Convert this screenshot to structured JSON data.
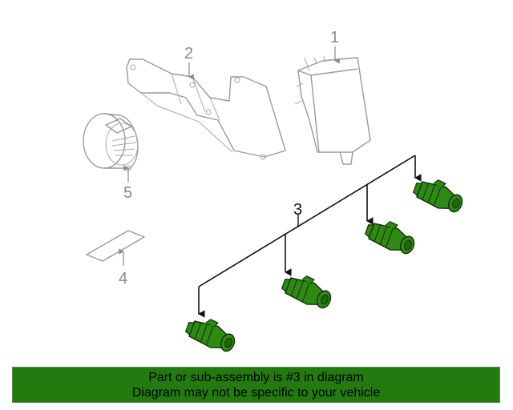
{
  "diagram": {
    "callouts": [
      {
        "id": "1",
        "label": "1"
      },
      {
        "id": "2",
        "label": "2"
      },
      {
        "id": "3",
        "label": "3"
      },
      {
        "id": "4",
        "label": "4"
      },
      {
        "id": "5",
        "label": "5"
      }
    ]
  },
  "banner": {
    "line1": "Part or sub-assembly is #3 in diagram",
    "line2": "Diagram may not be specific to your vehicle"
  },
  "colors": {
    "banner_bg": "#237a0e",
    "sensor_green": "#2f8a12",
    "outline_gray": "#9a9a9a"
  }
}
